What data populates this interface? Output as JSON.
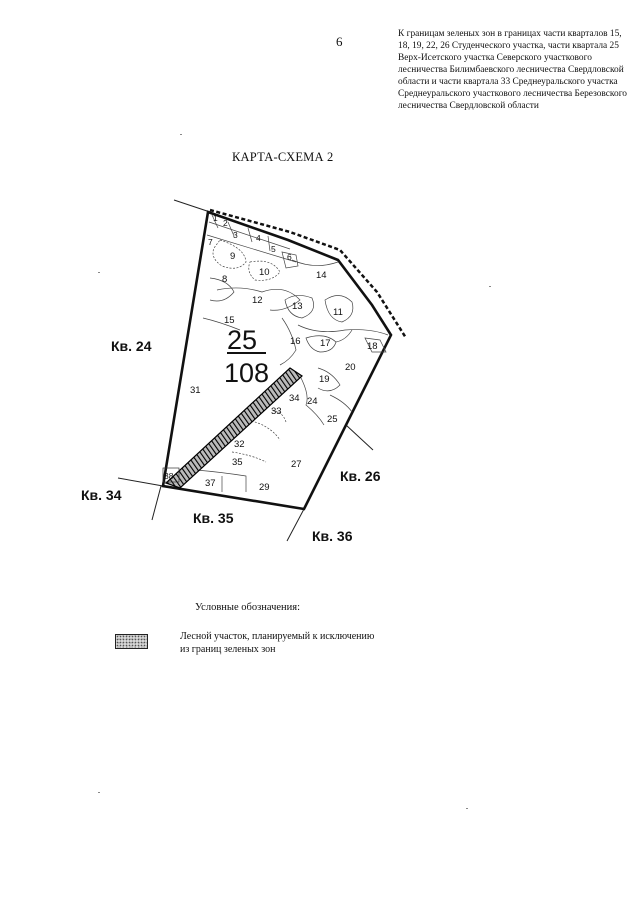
{
  "page_number": "6",
  "header_note": "К границам зеленых зон в границах части кварталов 15, 18, 19, 22, 26  Студенческого участка, части квартала 25 Верх-Исетского участка Северского участкового лесничества Билимбаевского лесничества Свердловской области и части квартала 33 Среднеуральского участка Среднеуральского участкового лесничества Березовского лесничества Свердловской области",
  "map_title": "КАРТА-СХЕМА 2",
  "quarter": {
    "number": "25",
    "area": "108"
  },
  "neighbor_labels": {
    "kv24": "Кв. 24",
    "kv26": "Кв. 26",
    "kv34": "Кв. 34",
    "kv35": "Кв. 35",
    "kv36": "Кв. 36"
  },
  "sections": {
    "s1": "1",
    "s2": "2",
    "s3": "3",
    "s4": "4",
    "s5": "5",
    "s6": "6",
    "s7": "7",
    "s8": "8",
    "s9": "9",
    "s10": "10",
    "s11": "11",
    "s12": "12",
    "s13": "13",
    "s14": "14",
    "s15": "15",
    "s16": "16",
    "s17": "17",
    "s18": "18",
    "s19": "19",
    "s20": "20",
    "s24": "24",
    "s25": "25",
    "s27": "27",
    "s29": "29",
    "s31": "31",
    "s32": "32",
    "s33": "33",
    "s34": "34",
    "s35": "35",
    "s37": "37",
    "s38": "38"
  },
  "legend": {
    "heading": "Условные обозначения:",
    "dash": "—",
    "item_text": "Лесной участок, планируемый к исключению из границ зеленых зон"
  }
}
